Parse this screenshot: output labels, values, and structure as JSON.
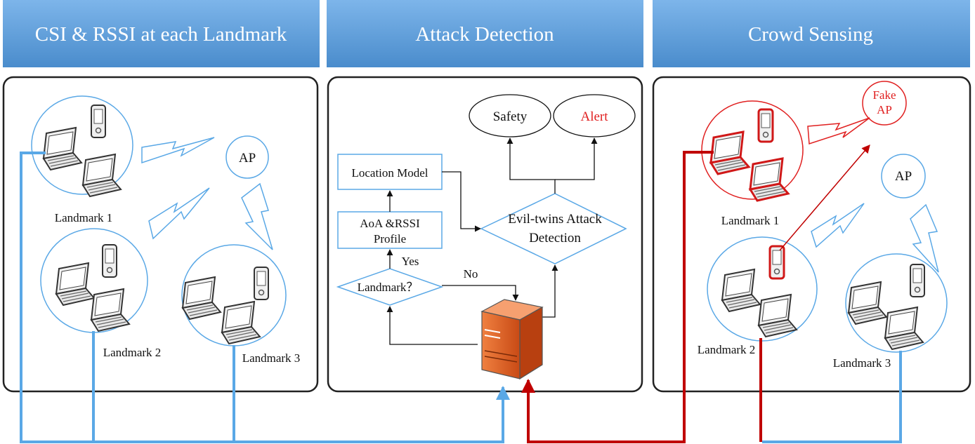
{
  "headers": {
    "left": "CSI & RSSI  at each Landmark",
    "middle": "Attack Detection",
    "right": "Crowd Sensing"
  },
  "left_panel": {
    "ap": "AP",
    "landmark1": "Landmark 1",
    "landmark2": "Landmark 2",
    "landmark3": "Landmark 3"
  },
  "middle_panel": {
    "safety": "Safety",
    "alert": "Alert",
    "location_model": "Location Model",
    "aoa_line1": "AoA &RSSI",
    "aoa_line2": "Profile",
    "evil_line1": "Evil-twins Attack",
    "evil_line2": "Detection",
    "landmark_q": "Landmark？",
    "yes": "Yes",
    "no": "No"
  },
  "right_panel": {
    "fake_line1": "Fake",
    "fake_line2": "AP",
    "ap": "AP",
    "landmark1": "Landmark 1",
    "landmark2": "Landmark 2",
    "landmark3": "Landmark 3"
  },
  "colors": {
    "header_blue": "#5b9bd5",
    "connector_blue": "#5aa8e6",
    "connector_red": "#c00000",
    "alert_red": "#e02020",
    "server_orange": "#e8662a"
  }
}
